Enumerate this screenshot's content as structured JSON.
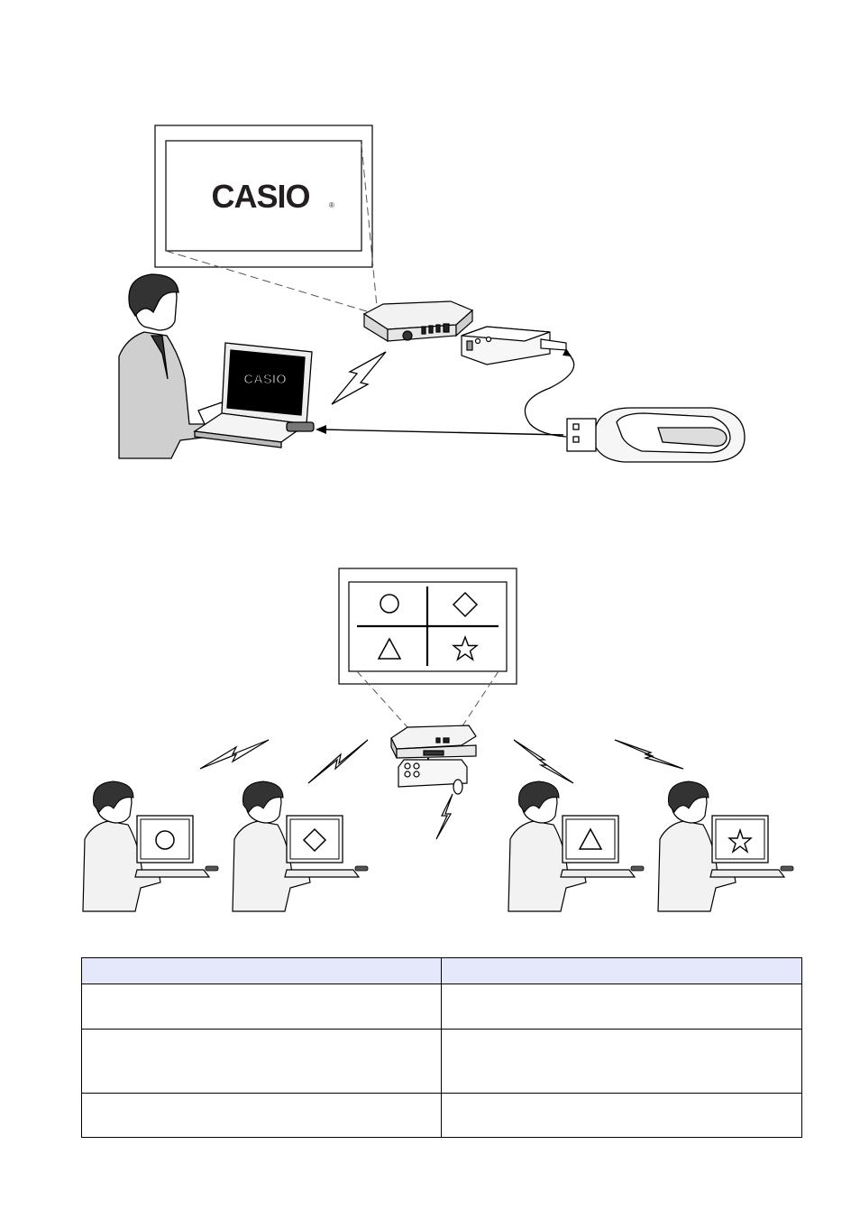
{
  "figure1": {
    "screen_logo": "CASIO",
    "screen_logo_mark": "®",
    "laptop_logo": "CASIO"
  },
  "figure2": {
    "screen_quadrants": [
      "circle",
      "diamond",
      "triangle",
      "star"
    ],
    "users": [
      {
        "laptop_shape": "circle"
      },
      {
        "laptop_shape": "diamond"
      },
      {
        "laptop_shape": "triangle"
      },
      {
        "laptop_shape": "star"
      }
    ]
  },
  "table": {
    "header_color": "#e5e7fb",
    "columns": [
      "",
      ""
    ],
    "rows": [
      [
        "",
        ""
      ],
      [
        "",
        ""
      ],
      [
        "",
        ""
      ]
    ]
  },
  "icons": [
    "projector-icon",
    "wireless-adapter-icon",
    "usb-key-icon",
    "signal-bolt-icon",
    "presenter-icon",
    "laptop-icon"
  ]
}
